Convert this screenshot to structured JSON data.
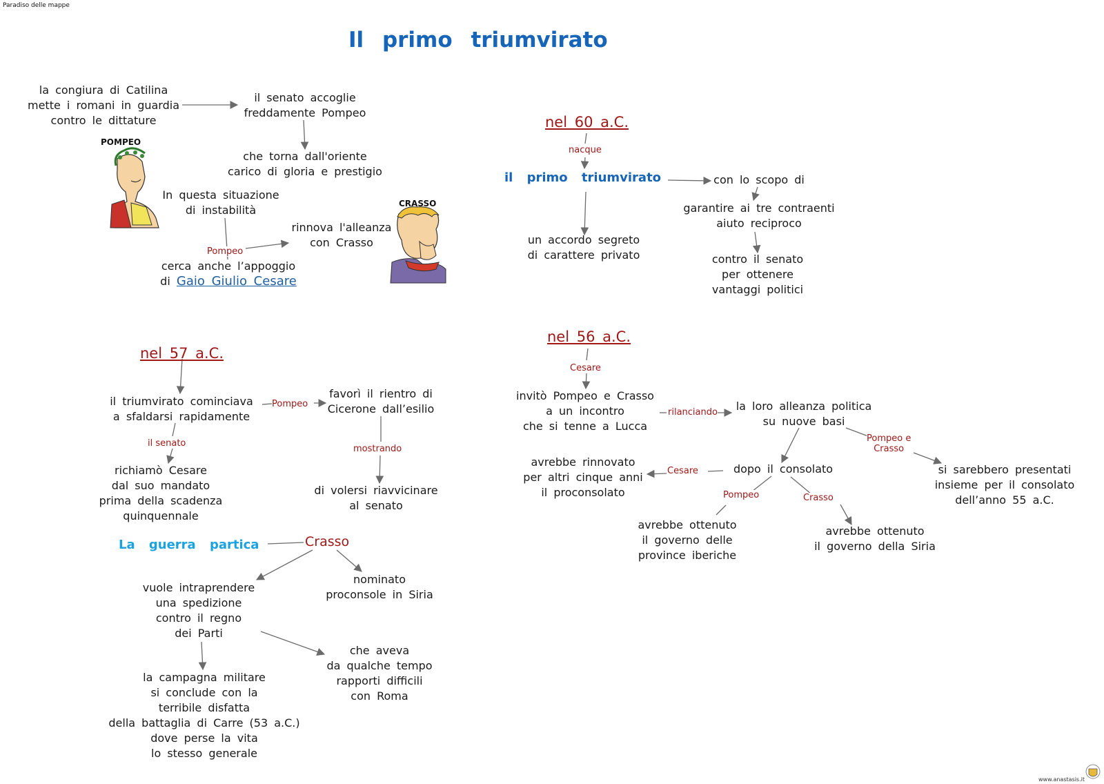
{
  "brand": "Paradiso delle mappe",
  "title": "Il  primo   triumvirato",
  "footer_url": "www.anastasis.it",
  "colors": {
    "title_blue": "#1765b8",
    "label_red": "#a01818",
    "cyan_head": "#1aa3e0",
    "arrow": "#6b6b6b"
  },
  "figures": {
    "pompeo": "POMPEO",
    "crasso": "CRASSO"
  },
  "left_top": {
    "congiura": [
      "la  congiura  di  Catilina",
      "mette  i  romani  in  guardia",
      "contro  le  dittature"
    ],
    "senato": [
      "il  senato  accoglie",
      "freddamente  Pompeo"
    ],
    "torna": [
      "che  torna  dall'oriente",
      "carico  di  gloria  e  prestigio"
    ],
    "situazione": [
      "In  questa  situazione",
      "di  instabilità"
    ],
    "label_pompeo": "Pompeo",
    "rinnova": [
      "rinnova  l'alleanza",
      "con  Crasso"
    ],
    "appoggio_line1": "cerca  anche  l’appoggio",
    "appoggio_di": "di",
    "cesare_link": "Gaio Giulio Cesare"
  },
  "right_top": {
    "date": "nel 60 a.C.",
    "label_nacque": "nacque",
    "head": "il  primo   triumvirato",
    "scopo": "con  lo  scopo  di",
    "garantire": [
      "garantire  ai  tre  contraenti",
      "aiuto  reciproco"
    ],
    "contro": [
      "contro  il  senato",
      "per  ottenere",
      "vantaggi  politici"
    ],
    "accordo": [
      "un  accordo  segreto",
      "di  carattere  privato"
    ]
  },
  "left_mid": {
    "date": "nel 57 a.C.",
    "sfaldarsi": [
      "il  triumvirato    cominciava",
      "a  sfaldarsi  rapidamente"
    ],
    "label_pompeo": "Pompeo",
    "favori": [
      "favorì  il  rientro  di",
      "Cicerone   dall’esilio"
    ],
    "label_senato": "il  senato",
    "richiamo": [
      "richiamò  Cesare",
      "dal  suo  mandato",
      "prima  della  scadenza",
      "quinquennale"
    ],
    "label_mostrando": "mostrando",
    "riavvicinare": [
      "di  volersi  riavvicinare",
      "al  senato"
    ]
  },
  "left_bottom": {
    "head": "La   guerra   partica",
    "crasso": "Crasso",
    "vuole": [
      "vuole  intraprendere",
      "una  spedizione",
      "contro  il  regno",
      "dei  Parti"
    ],
    "nominato": [
      "nominato",
      "proconsole  in  Siria"
    ],
    "campagna": [
      "la  campagna  militare",
      "si  conclude  con  la",
      "terribile  disfatta",
      "della  battaglia  di  Carre  (53  a.C.)",
      "dove  perse  la  vita",
      "lo  stesso  generale"
    ],
    "aveva": [
      "che  aveva",
      "da  qualche  tempo",
      "rapporti  difficili",
      "con  Roma"
    ]
  },
  "right_bottom": {
    "date": "nel 56 a.C.",
    "label_cesare": "Cesare",
    "invito": [
      "invitò  Pompeo  e  Crasso",
      "a  un  incontro",
      "che  si  tenne  a  Lucca"
    ],
    "label_rilanciando": "rilanciando",
    "alleanza": [
      "la  loro  alleanza  politica",
      "su  nuove  basi"
    ],
    "label_pompeo_crasso": [
      "Pompeo  e",
      "Crasso"
    ],
    "presentati": [
      "si  sarebbero  presentati",
      "insieme  per  il  consolato",
      "dell’anno  55  a.C."
    ],
    "consolato": "dopo   il   consolato",
    "label_cesare2": "Cesare",
    "rinnovato": [
      "avrebbe  rinnovato",
      "per  altri  cinque  anni",
      "il  proconsolato"
    ],
    "label_pompeo": "Pompeo",
    "label_crasso": "Crasso",
    "iberiche": [
      "avrebbe  ottenuto",
      "il  governo  delle",
      "province  iberiche"
    ],
    "siria": [
      "avrebbe  ottenuto",
      "il  governo  della  Siria"
    ]
  }
}
